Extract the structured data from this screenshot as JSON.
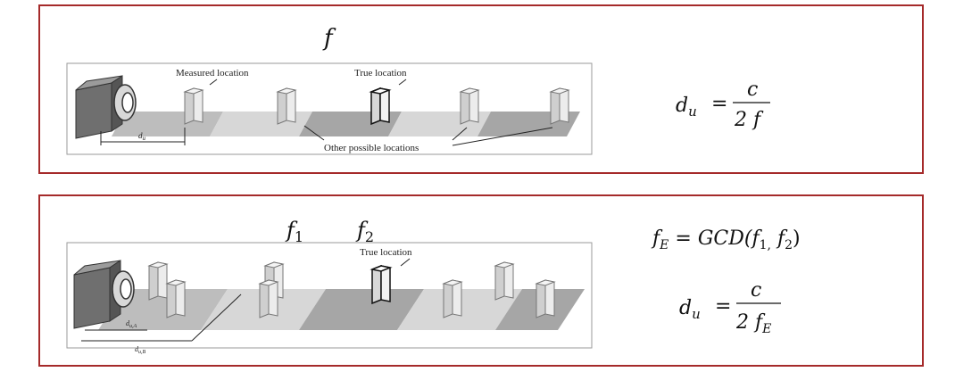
{
  "top_panel": {
    "freq_symbol": "f",
    "labels": {
      "measured": "Measured location",
      "true": "True location",
      "other": "Other possible locations",
      "du": "d",
      "du_sub": "u"
    },
    "formula": {
      "lhs": "d",
      "lhs_sub": "u",
      "eq": "=",
      "num": "c",
      "den": "2 f"
    }
  },
  "bottom_panel": {
    "freq_symbols": [
      {
        "base": "f",
        "sub": "1"
      },
      {
        "base": "f",
        "sub": "2"
      }
    ],
    "labels": {
      "true": "True location",
      "duA": "d",
      "duA_sub": "u,A",
      "duB": "d",
      "duB_sub": "u,B"
    },
    "formula1": {
      "lhs": "f",
      "lhs_sub": "E",
      "eq": "=",
      "rhs": "GCD(f",
      "rhs_sub1": "1,",
      "mid": " f",
      "rhs_sub2": "2",
      "end": ")"
    },
    "formula2": {
      "lhs": "d",
      "lhs_sub": "u",
      "eq": "=",
      "num": "c",
      "den": "2 f",
      "den_sub": "E"
    }
  },
  "colors": {
    "border": "#a52a2a",
    "floor_light": "#d4d4d4",
    "floor_dark": "#a9a9a9"
  }
}
